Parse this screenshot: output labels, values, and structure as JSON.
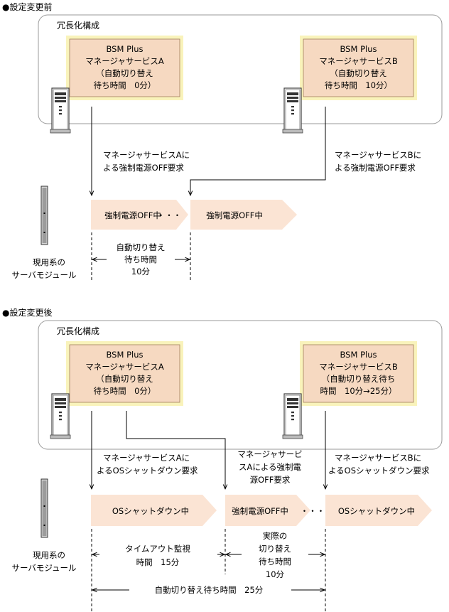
{
  "colors": {
    "group_border": "#9a9a9a",
    "box_fill": "#f6d9c1",
    "box_outer": "#f9f3bb",
    "chevron": "#fbe4d4",
    "line": "#000000"
  },
  "section_before": {
    "title": "●設定変更前",
    "group_label": "冗長化構成",
    "box_a": {
      "line1": "BSM Plus",
      "line2": "マネージャサービスA",
      "line3": "（自動切り替え",
      "line4": "待ち時間　0分）"
    },
    "box_b": {
      "line1": "BSM Plus",
      "line2": "マネージャサービスB",
      "line3": "（自動切り替え",
      "line4": "待ち時間　10分）"
    },
    "request_a": {
      "line1": "マネージャサービスAに",
      "line2": "よる強制電源OFF要求"
    },
    "request_b": {
      "line1": "マネージャサービスBに",
      "line2": "よる強制電源OFF要求"
    },
    "state_1": "強制電源OFF中",
    "state_2": "強制電源OFF中",
    "dots": "・・・",
    "interval": {
      "line1": "自動切り替え",
      "line2": "待ち時間",
      "line3": "10分"
    },
    "module_label": {
      "line1": "現用系の",
      "line2": "サーバモジュール"
    }
  },
  "section_after": {
    "title": "●設定変更後",
    "group_label": "冗長化構成",
    "box_a": {
      "line1": "BSM Plus",
      "line2": "マネージャサービスA",
      "line3": "（自動切り替え",
      "line4": "待ち時間　0分）"
    },
    "box_b": {
      "line1": "BSM Plus",
      "line2": "マネージャサービスB",
      "line3": "（自動切り替え待ち",
      "line4": "時間　10分→25分）"
    },
    "request_a": {
      "line1": "マネージャサービスAに",
      "line2": "よるOSシャットダウン要求"
    },
    "request_a_power": {
      "line1": "マネージャサービ",
      "line2": "スAによる強制電",
      "line3": "源OFF要求"
    },
    "request_b": {
      "line1": "マネージャサービスBに",
      "line2": "よるOSシャットダウン要求"
    },
    "state_1": "OSシャットダウン中",
    "state_2": "強制電源OFF中",
    "state_3": "OSシャットダウン中",
    "dots": "・・・",
    "timeout": {
      "line1": "タイムアウト監視",
      "line2": "時間　15分"
    },
    "actual": {
      "line1": "実際の",
      "line2": "切り替え",
      "line3": "待ち時間",
      "line4": "10分"
    },
    "total": "自動切り替え待ち時間　25分",
    "module_label": {
      "line1": "現用系の",
      "line2": "サーバモジュール"
    }
  }
}
